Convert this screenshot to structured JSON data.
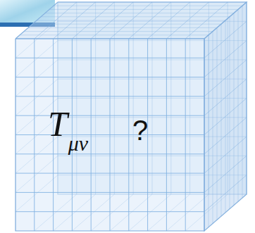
{
  "diagram": {
    "nodes": [
      {
        "text": [
          "T",
          "μν",
          "?"
        ]
      }
    ]
  }
}
